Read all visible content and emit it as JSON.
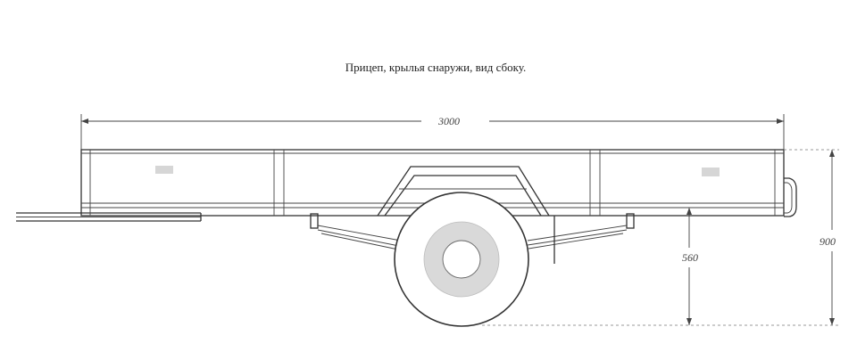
{
  "title": "Прицеп,  крылья снаружи, вид сбоку.",
  "dimensions": {
    "length": "3000",
    "height_total": "900",
    "height_platform": "560"
  },
  "colors": {
    "line": "#333333",
    "tyre_fill": "#ffffff",
    "rim_fill": "#d9d9d9",
    "hub_fill": "#ffffff",
    "badge_fill": "#d6d6d6",
    "dim_line": "#444444"
  }
}
